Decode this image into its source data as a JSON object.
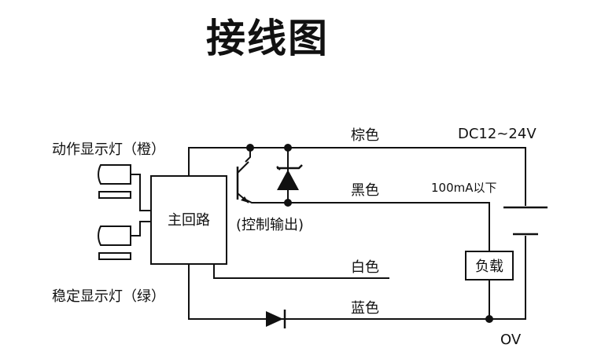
{
  "title": "接线图",
  "labels": {
    "action_lamp": "动作显示灯（橙）",
    "stable_lamp": "稳定显示灯（绿）",
    "main_circuit": "主回路",
    "control_output": "(控制输出)",
    "brown": "棕色",
    "black": "黑色",
    "white": "白色",
    "blue": "蓝色",
    "supply": "DC12~24V",
    "current_limit": "100mA以下",
    "load": "负载",
    "zero_volt": "OV"
  },
  "icons": {
    "lamp": "lamp-icon",
    "transistor": "transistor-icon",
    "zener": "zener-diode-icon",
    "diode": "diode-icon",
    "battery": "battery-icon",
    "junction": "junction-dot-icon"
  },
  "colors": {
    "line": "#111111",
    "background": "#ffffff"
  }
}
